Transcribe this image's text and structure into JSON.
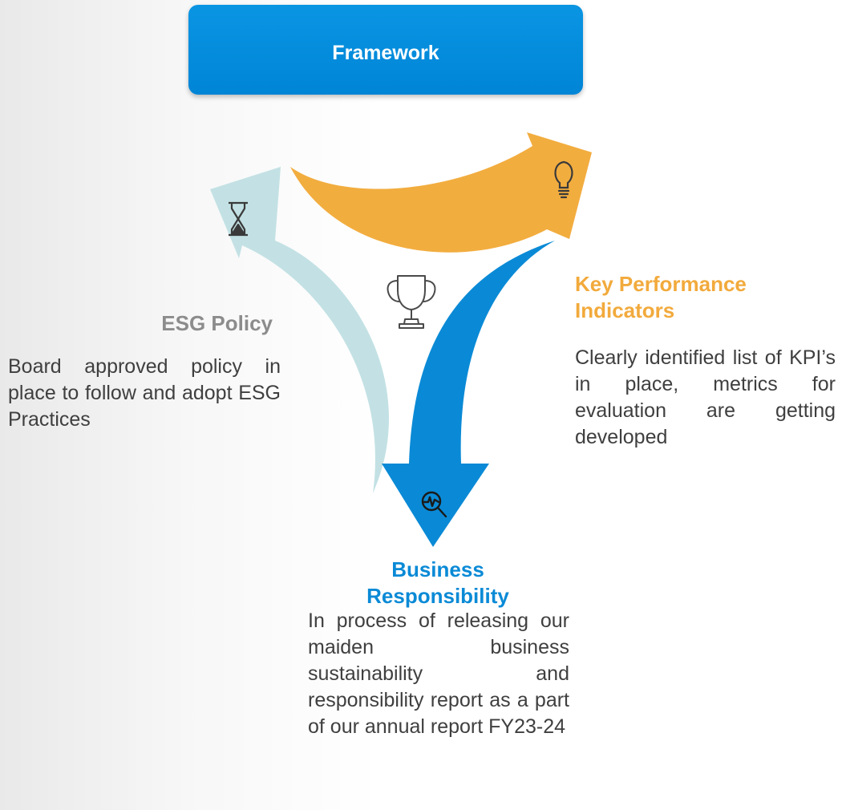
{
  "header": {
    "title": "Framework"
  },
  "sections": {
    "esg_policy": {
      "heading": "ESG Policy",
      "description": "Board approved policy in place to follow and adopt ESG Practices",
      "icon": "hourglass-icon",
      "color": "#c3e1e4"
    },
    "kpi": {
      "heading": "Key Performance Indicators",
      "description": "Clearly identified list of KPI’s in place, metrics for evaluation are getting developed",
      "icon": "lightbulb-icon",
      "color": "#f2ad3f"
    },
    "business_responsibility": {
      "heading": "Business Responsibility",
      "description": "In process of releasing our maiden business sustainability and responsibility report as a part of our annual report FY23-24",
      "icon": "magnifier-chart-icon",
      "color": "#0a8ad6"
    }
  },
  "center_icon": "trophy-icon",
  "colors": {
    "header_blue": "#0a95e3",
    "esg_heading": "#8c8c8c",
    "kpi_heading": "#f2aa3c",
    "br_heading": "#0a8ad6",
    "body_text": "#3f3f3f"
  }
}
